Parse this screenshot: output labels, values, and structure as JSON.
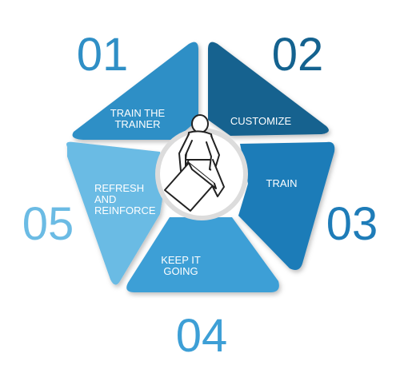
{
  "colors": {
    "seg1": "#2f8fc6",
    "seg2": "#14628f",
    "seg3": "#1e7cb8",
    "seg4": "#3d9fd6",
    "seg5": "#6bbbe4",
    "center_ring": "#dcdcdc",
    "text_on_segment": "#ffffff"
  },
  "steps": [
    {
      "number": "01",
      "label_lines": [
        "TRAIN THE",
        "TRAINER"
      ],
      "color": "#2f8fc6"
    },
    {
      "number": "02",
      "label_lines": [
        "CUSTOMIZE"
      ],
      "color": "#14628f"
    },
    {
      "number": "03",
      "label_lines": [
        "TRAIN"
      ],
      "color": "#1e7cb8"
    },
    {
      "number": "04",
      "label_lines": [
        "KEEP IT",
        "GOING"
      ],
      "color": "#3d9fd6"
    },
    {
      "number": "05",
      "label_lines": [
        "REFRESH",
        "AND",
        "REINFORCE"
      ],
      "color": "#6bbbe4"
    }
  ],
  "center": {
    "icon": "person-lifting-box-icon"
  }
}
